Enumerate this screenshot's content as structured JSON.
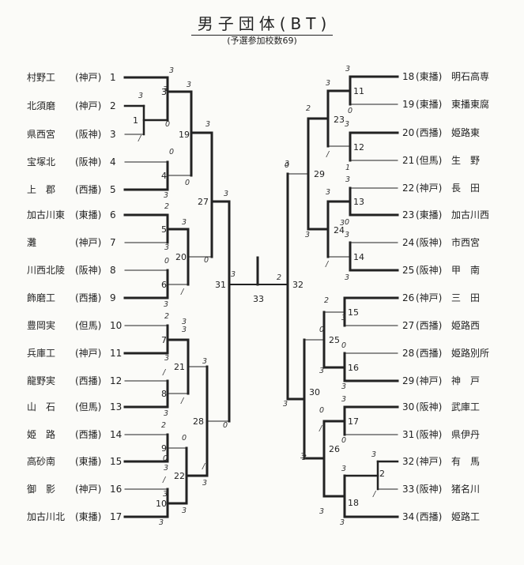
{
  "title": "男子団体(BT)",
  "subtitle": "(予選参加校数69)",
  "left_teams": [
    {
      "seed": "1",
      "name": "村野工",
      "region": "(神戸)"
    },
    {
      "seed": "2",
      "name": "北須磨",
      "region": "(神戸)"
    },
    {
      "seed": "3",
      "name": "県西宮",
      "region": "(阪神)"
    },
    {
      "seed": "4",
      "name": "宝塚北",
      "region": "(阪神)"
    },
    {
      "seed": "5",
      "name": "上　郡",
      "region": "(西播)"
    },
    {
      "seed": "6",
      "name": "加古川東",
      "region": "(東播)"
    },
    {
      "seed": "7",
      "name": "灘",
      "region": "(神戸)"
    },
    {
      "seed": "8",
      "name": "川西北陵",
      "region": "(阪神)"
    },
    {
      "seed": "9",
      "name": "飾磨工",
      "region": "(西播)"
    },
    {
      "seed": "10",
      "name": "豊岡実",
      "region": "(但馬)"
    },
    {
      "seed": "11",
      "name": "兵庫工",
      "region": "(神戸)"
    },
    {
      "seed": "12",
      "name": "龍野実",
      "region": "(西播)"
    },
    {
      "seed": "13",
      "name": "山　石",
      "region": "(但馬)"
    },
    {
      "seed": "14",
      "name": "姫　路",
      "region": "(西播)"
    },
    {
      "seed": "15",
      "name": "高砂南",
      "region": "(東播)"
    },
    {
      "seed": "16",
      "name": "御　影",
      "region": "(神戸)"
    },
    {
      "seed": "17",
      "name": "加古川北",
      "region": "(東播)"
    }
  ],
  "right_teams": [
    {
      "seed": "18",
      "region": "(東播)",
      "name": "明石高専"
    },
    {
      "seed": "19",
      "region": "(東播)",
      "name": "東播東腐"
    },
    {
      "seed": "20",
      "region": "(西播)",
      "name": "姫路東"
    },
    {
      "seed": "21",
      "region": "(但馬)",
      "name": "生　野"
    },
    {
      "seed": "22",
      "region": "(神戸)",
      "name": "長　田"
    },
    {
      "seed": "23",
      "region": "(東播)",
      "name": "加古川西"
    },
    {
      "seed": "24",
      "region": "(阪神)",
      "name": "市西宮"
    },
    {
      "seed": "25",
      "region": "(阪神)",
      "name": "甲　南"
    },
    {
      "seed": "26",
      "region": "(神戸)",
      "name": "三　田"
    },
    {
      "seed": "27",
      "region": "(西播)",
      "name": "姫路西"
    },
    {
      "seed": "28",
      "region": "(西播)",
      "name": "姫路別所"
    },
    {
      "seed": "29",
      "region": "(神戸)",
      "name": "神　戸"
    },
    {
      "seed": "30",
      "region": "(阪神)",
      "name": "武庫工"
    },
    {
      "seed": "31",
      "region": "(阪神)",
      "name": "県伊丹"
    },
    {
      "seed": "32",
      "region": "(神戸)",
      "name": "有　馬"
    },
    {
      "seed": "33",
      "region": "(阪神)",
      "name": "猪名川"
    },
    {
      "seed": "34",
      "region": "(西播)",
      "name": "姫路工"
    }
  ],
  "matches": {
    "m1": "1",
    "m2": "2",
    "m3": "3",
    "m4": "4",
    "m5": "5",
    "m6": "6",
    "m7": "7",
    "m8": "8",
    "m9": "9",
    "m10": "10",
    "m11": "11",
    "m12": "12",
    "m13": "13",
    "m14": "14",
    "m15": "15",
    "m16": "16",
    "m17": "17",
    "m18": "18",
    "m19": "19",
    "m20": "20",
    "m21": "21",
    "m22": "22",
    "m23": "23",
    "m24": "24",
    "m25": "25",
    "m26": "26",
    "m27": "27",
    "m28": "28",
    "m29": "29",
    "m30": "30",
    "m31": "31",
    "m32": "32",
    "m33": "33"
  },
  "scores": {
    "s1": "3",
    "s2": "3",
    "s3": "0",
    "s4": "3",
    "s5": "/",
    "s6": "0",
    "s7": "3",
    "s8": "3",
    "s9": "0",
    "s10": "3",
    "s11": "0",
    "s12": "2",
    "s13": "3",
    "s14": "3",
    "s15": "0",
    "s16": "3",
    "s17": "3",
    "s18": "/",
    "s19": "2",
    "s20": "3",
    "s21": "3",
    "s22": "/",
    "s23": "/",
    "s24": "3",
    "s25": "3",
    "s26": "/",
    "s27": "2",
    "s28": "3",
    "s29": "0",
    "s30": "/",
    "s31": "3",
    "s32": "3",
    "s33": "0",
    "s34": "3",
    "s35": "0",
    "s36": "3",
    "s37": "3",
    "s38": "3",
    "s39": "2",
    "r1": "3",
    "r2": "1",
    "r3": "0",
    "r4": "3",
    "r5": "/",
    "r6": "2",
    "r7": "3",
    "r8": "3",
    "r9": "0",
    "r10": "3",
    "r11": "3",
    "r12": "3",
    "r13": "1",
    "r14": "3",
    "r15": "2",
    "r16": "3",
    "r17": "0",
    "r18": "3",
    "r19": "0",
    "r20": "3",
    "r21": "3",
    "r22": "0",
    "r23": "3",
    "r24": "3",
    "r25": "3",
    "r26": "0",
    "r27": "/",
    "r28": "3",
    "r29": "/",
    "r30": "3",
    "r31": "0",
    "r32": "3",
    "r33": "/",
    "r34": "3",
    "r35": "3",
    "r36": "3"
  }
}
